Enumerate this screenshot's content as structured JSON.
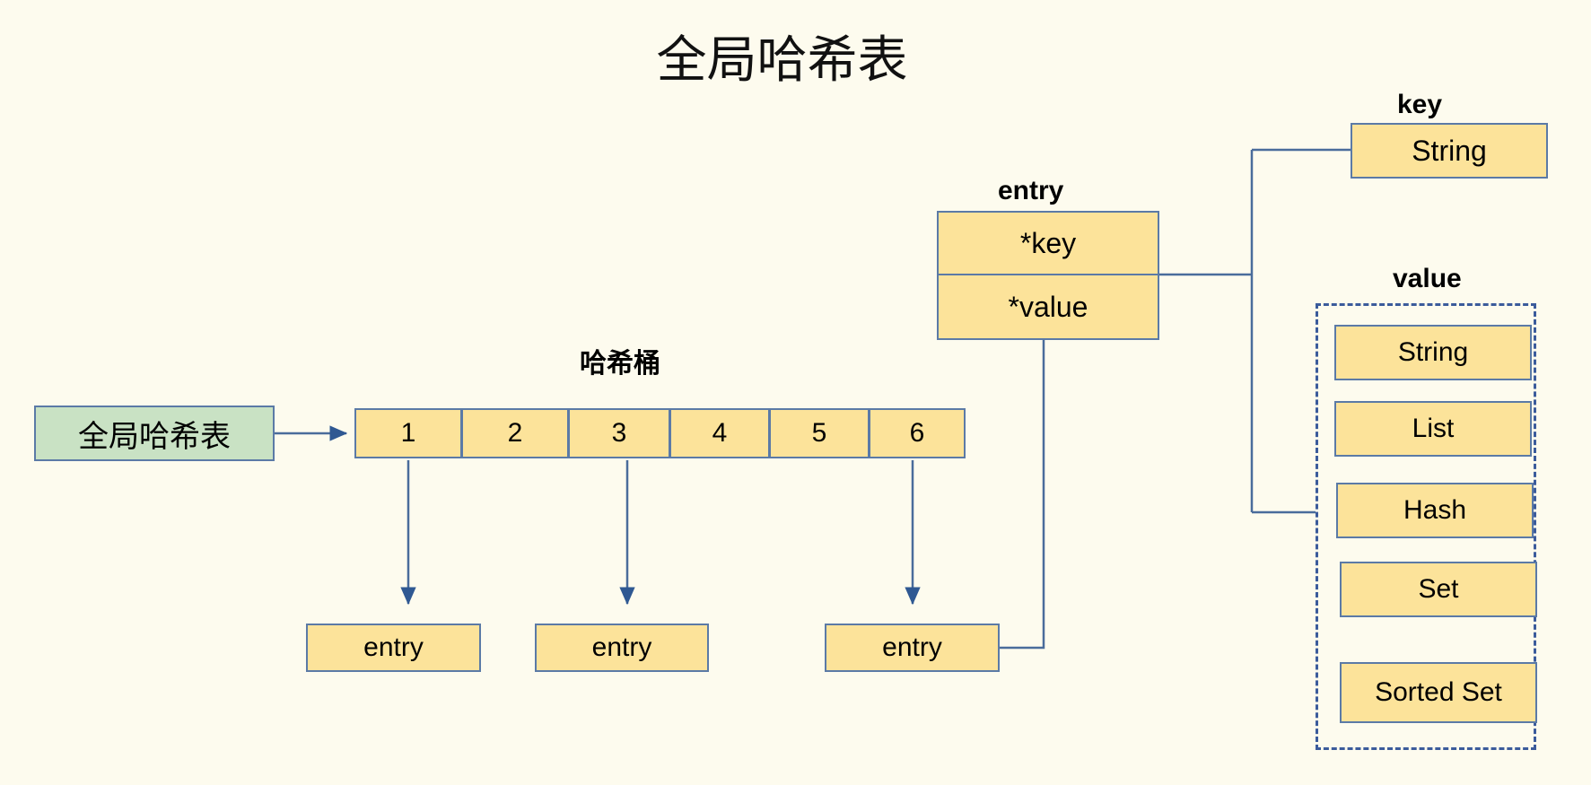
{
  "diagram": {
    "title": "全局哈希表",
    "source_box": {
      "label": "全局哈希表"
    },
    "bucket_section": {
      "label": "哈希桶",
      "cells": [
        "1",
        "2",
        "3",
        "4",
        "5",
        "6"
      ]
    },
    "entries": [
      {
        "label": "entry"
      },
      {
        "label": "entry"
      },
      {
        "label": "entry"
      }
    ],
    "entry_detail": {
      "label": "entry",
      "fields": [
        "*key",
        "*value"
      ]
    },
    "key_section": {
      "label": "key",
      "types": [
        "String"
      ]
    },
    "value_section": {
      "label": "value",
      "types": [
        "String",
        "List",
        "Hash",
        "Set",
        "Sorted Set"
      ]
    },
    "colors": {
      "background": "#fdfbee",
      "node_fill": "#fce39a",
      "node_border": "#5b7aa6",
      "source_fill": "#c9e2c4",
      "connector": "#4a6c9b",
      "dashed_border": "#3b5b9b",
      "text": "#000000"
    }
  }
}
